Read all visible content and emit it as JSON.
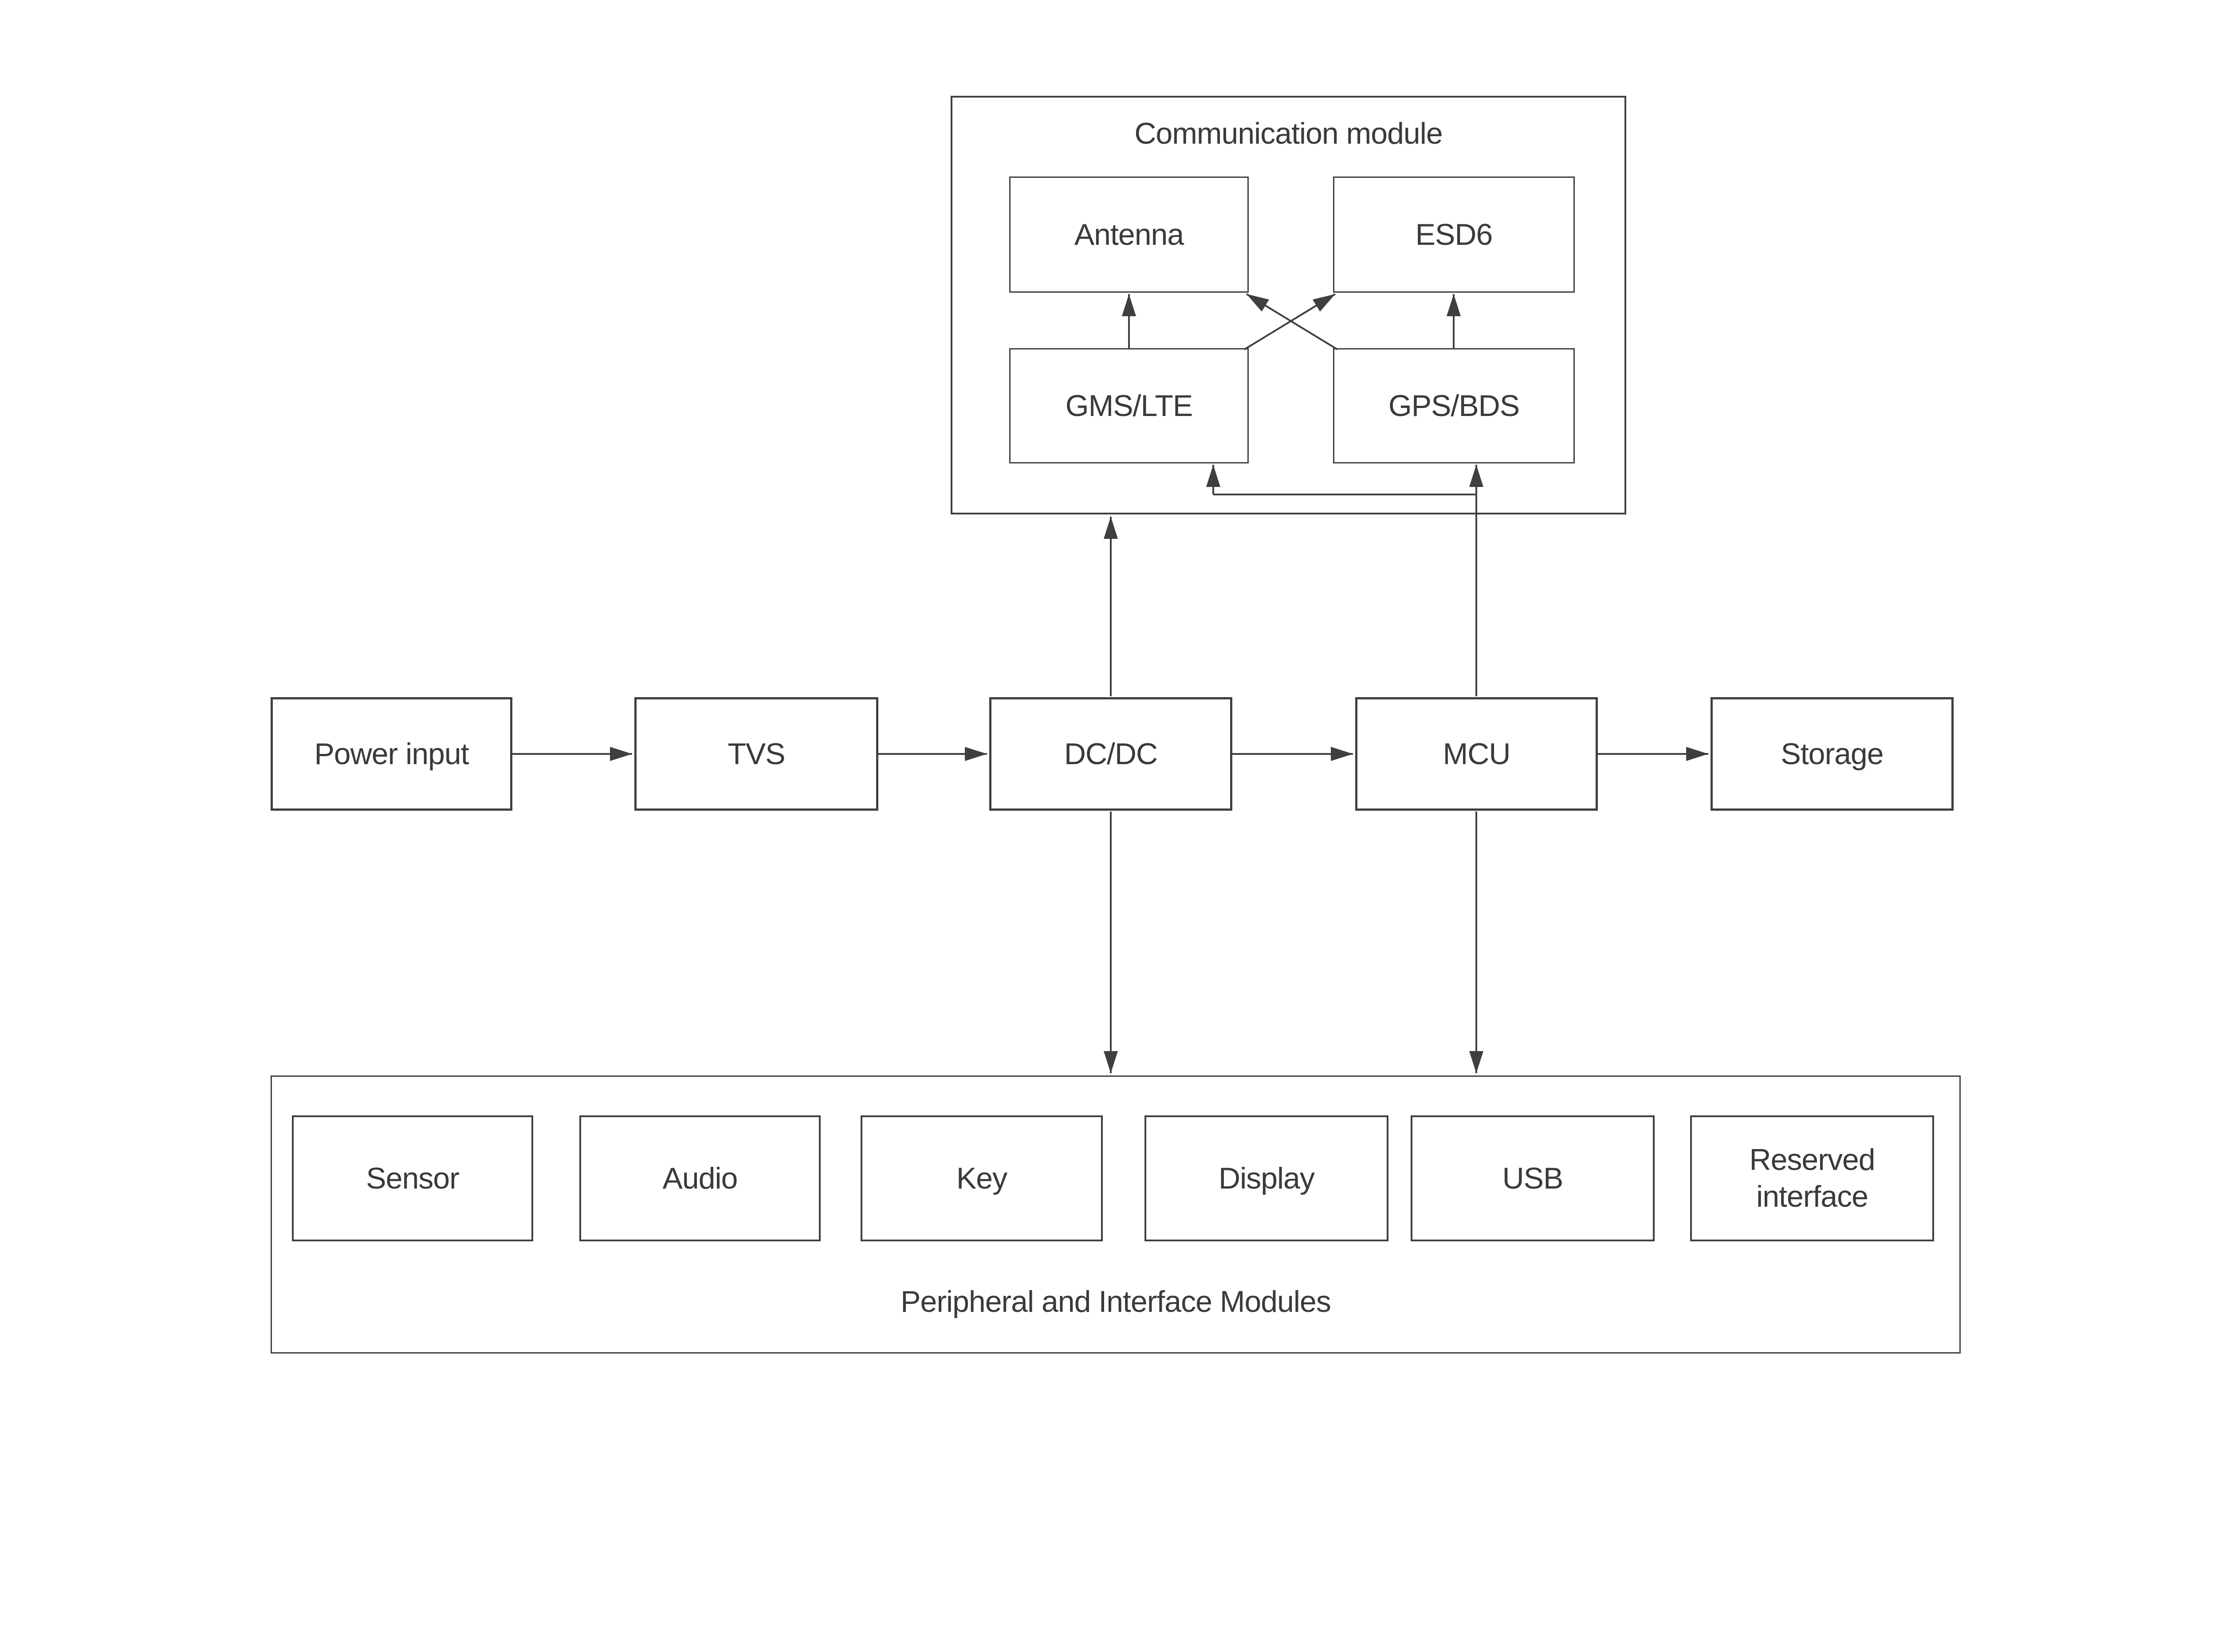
{
  "diagram": {
    "background_color": "#ffffff",
    "stroke_color": "#3f3f3f",
    "text_color": "#3a3a3a",
    "communication_module": {
      "title": "Communication module",
      "boxes": {
        "antenna": "Antenna",
        "esd6": "ESD6",
        "gms_lte": "GMS/LTE",
        "gps_bds": "GPS/BDS"
      }
    },
    "power_chain": {
      "power_input": "Power input",
      "tvs": "TVS",
      "dc_dc": "DC/DC",
      "mcu": "MCU",
      "storage": "Storage"
    },
    "peripheral_module": {
      "title": "Peripheral and Interface Modules",
      "boxes": {
        "sensor": "Sensor",
        "audio": "Audio",
        "key": "Key",
        "display": "Display",
        "usb": "USB",
        "reserved_interface": "Reserved interface"
      }
    },
    "edges": [
      {
        "from": "Power input",
        "to": "TVS",
        "type": "arrow"
      },
      {
        "from": "TVS",
        "to": "DC/DC",
        "type": "arrow"
      },
      {
        "from": "DC/DC",
        "to": "MCU",
        "type": "arrow"
      },
      {
        "from": "MCU",
        "to": "Storage",
        "type": "arrow"
      },
      {
        "from": "DC/DC",
        "to": "Communication module",
        "type": "arrow"
      },
      {
        "from": "DC/DC",
        "to": "Peripheral and Interface Modules",
        "type": "arrow"
      },
      {
        "from": "MCU",
        "to": "Peripheral and Interface Modules",
        "type": "arrow"
      },
      {
        "from": "MCU",
        "to": "GPS/BDS",
        "type": "arrow"
      },
      {
        "from": "MCU",
        "to": "GMS/LTE",
        "type": "arrow"
      },
      {
        "from": "GMS/LTE",
        "to": "Antenna",
        "type": "arrow"
      },
      {
        "from": "GPS/BDS",
        "to": "ESD6",
        "type": "arrow"
      },
      {
        "from": "GMS/LTE",
        "to": "ESD6",
        "type": "arrow"
      },
      {
        "from": "GPS/BDS",
        "to": "Antenna",
        "type": "arrow"
      }
    ]
  }
}
